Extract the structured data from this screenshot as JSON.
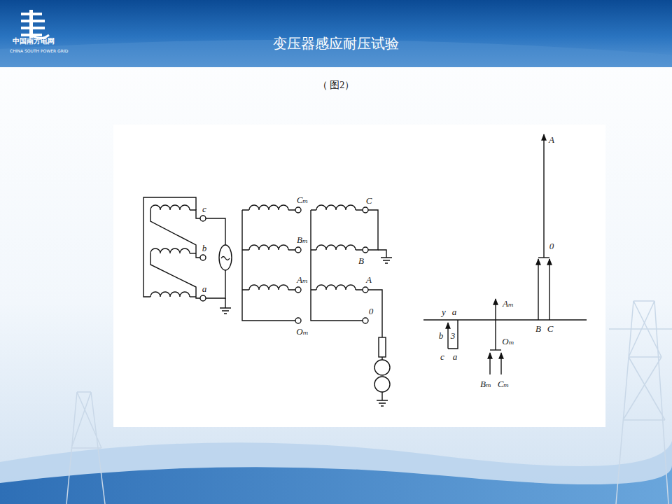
{
  "diagram": {
    "title": "变压器感应耐压试验",
    "caption": "（ 图2）",
    "labels": [
      "中国南方电网",
      "CHINA SOUTH POWER GRID",
      "c",
      "b",
      "a",
      "Cₘ",
      "Bₘ",
      "Aₘ",
      "Oₘ",
      "C",
      "B",
      "A",
      "0",
      "A",
      "0",
      "B",
      "C",
      "Aₘ",
      "Oₘ",
      "Bₘ",
      "Cₘ",
      "y",
      "a",
      "b",
      "3",
      "c",
      "a"
    ]
  }
}
